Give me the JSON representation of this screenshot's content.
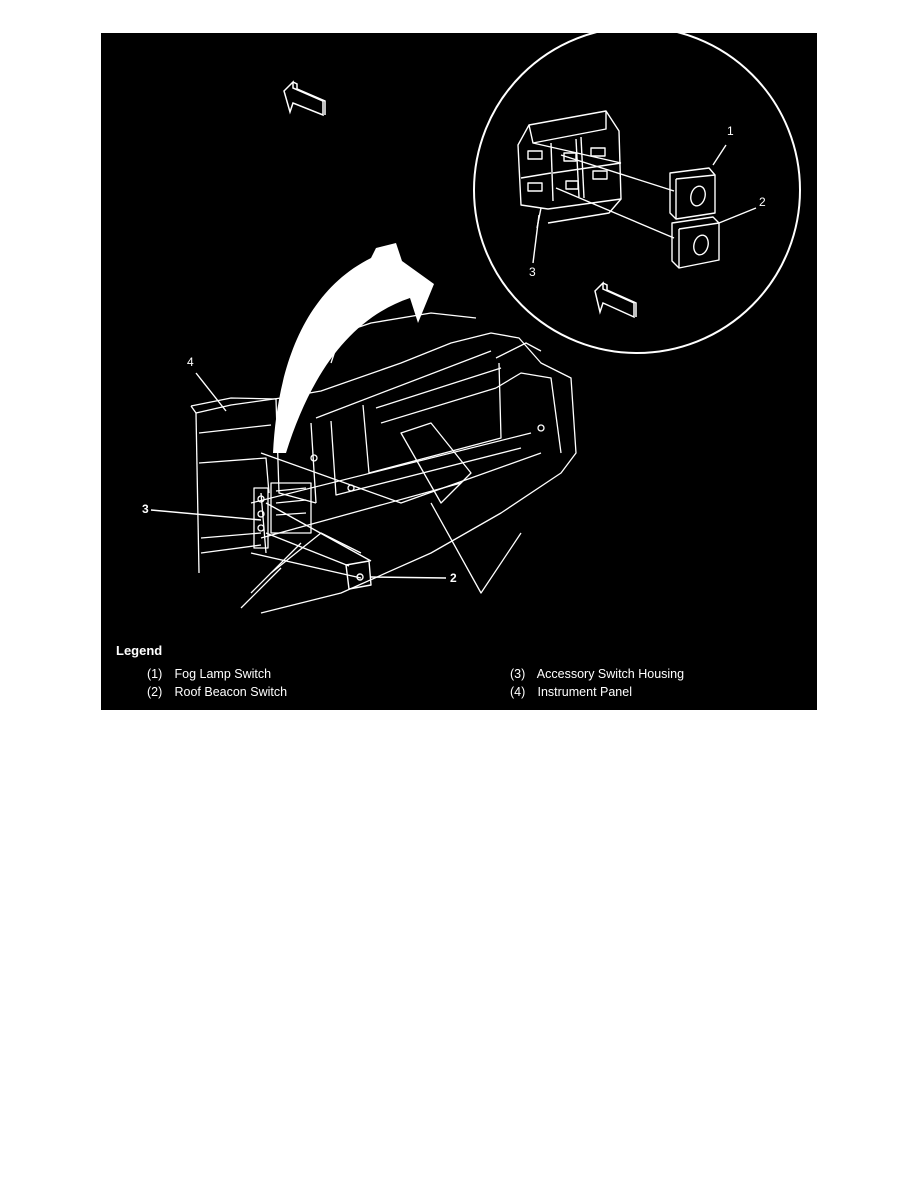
{
  "figure": {
    "callouts": {
      "inset_1": "1",
      "inset_2": "2",
      "inset_3": "3",
      "main_2": "2",
      "main_3": "3",
      "main_4": "4"
    },
    "icons": {
      "direction_arrow": "forward-direction-arrow-icon",
      "zoom_arrow": "curved-arrow-icon"
    },
    "colors": {
      "background": "#000000",
      "linework": "#ffffff",
      "page": "#ffffff"
    }
  },
  "legend": {
    "title": "Legend",
    "items": [
      {
        "num": "(1)",
        "label": "Fog Lamp Switch"
      },
      {
        "num": "(2)",
        "label": "Roof Beacon Switch"
      },
      {
        "num": "(3)",
        "label": "Accessory Switch Housing"
      },
      {
        "num": "(4)",
        "label": "Instrument Panel"
      }
    ]
  }
}
